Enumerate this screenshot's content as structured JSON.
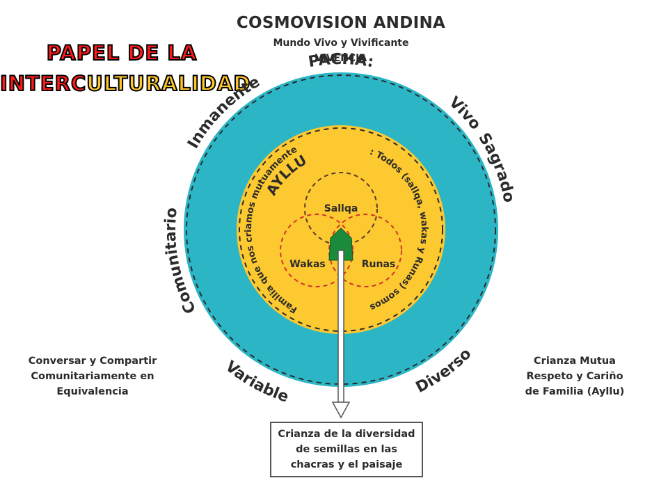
{
  "header": {
    "title": "COSMOVISION ANDINA",
    "subtitle": "Mundo Vivo y Vivificante",
    "tagline": "VIVENCIA"
  },
  "banner": {
    "line1": "PAPEL DE LA",
    "line2_red": "INTERC",
    "line2_gold": "ULTURALIDAD"
  },
  "outer_ring": {
    "color": "#2bb5c5",
    "words": {
      "pacha": "PACHA:",
      "vivo": "Vivo",
      "sagrado": "Sagrado",
      "diverso": "Diverso",
      "variable": "Variable",
      "comunitario": "Comunitario",
      "inmanente": "Inmanente"
    }
  },
  "inner_ring": {
    "color": "#fdc930",
    "ayllu": "AYLLU",
    "arc_top": ": Todos (sallqa, wakas y Runas) somos",
    "arc_left": "Familia que nos criamos mutuamente"
  },
  "circles": {
    "sallqa": "Sallqa",
    "wakas": "Wakas",
    "runas": "Runas"
  },
  "notes": {
    "left": [
      "Conversar y Compartir",
      "Comunitariamente en",
      "Equivalencia"
    ],
    "right": [
      "Crianza Mutua",
      "Respeto y Cariño",
      "de Familia (Ayllu)"
    ],
    "bottom": [
      "Crianza de la diversidad",
      "de semillas en las",
      "chacras y el paisaje"
    ]
  },
  "colors": {
    "teal": "#2bb5c5",
    "yellow": "#fdc930",
    "text": "#2b2b2b",
    "red_accent": "#ff1a1a",
    "gold_accent": "#ffc72a",
    "green_center": "#1b8a3a"
  }
}
